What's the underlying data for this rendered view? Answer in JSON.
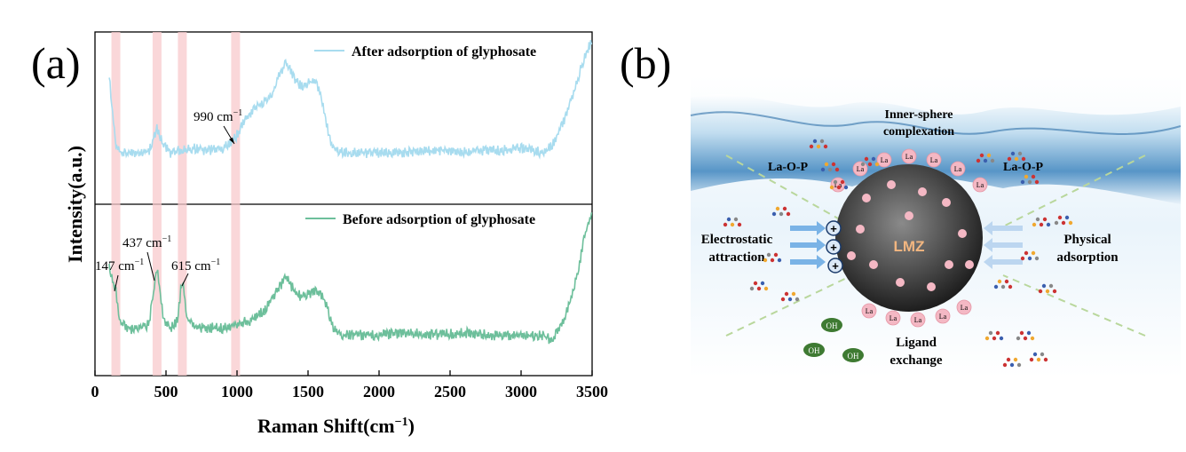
{
  "chart_data": [
    {
      "type": "line",
      "panel_label": "(a)",
      "xlabel": "Raman Shift(cm",
      "xlabel_sup": "−1",
      "xlabel_close": ")",
      "ylabel": "Intensity(a.u.)",
      "xlim": [
        0,
        3500
      ],
      "xticks": [
        "0",
        "500",
        "1000",
        "1500",
        "2000",
        "2500",
        "3000",
        "3500"
      ],
      "yticks_shown": false,
      "grid": false,
      "legend_position": "top-right (each subpanel)",
      "highlight_bands_cm": [
        147,
        437,
        615,
        990
      ],
      "series": [
        {
          "name": "After adsorption of glyphosate",
          "color": "#a8dcef",
          "x": [
            100,
            120,
            150,
            200,
            300,
            380,
            437,
            480,
            530,
            600,
            700,
            800,
            900,
            990,
            1050,
            1150,
            1250,
            1300,
            1350,
            1400,
            1450,
            1500,
            1560,
            1620,
            1660,
            1700,
            1800,
            2000,
            2200,
            2400,
            2600,
            2800,
            3000,
            3100,
            3150,
            3200,
            3250,
            3300,
            3350,
            3400,
            3450,
            3500
          ],
          "y": [
            0.9,
            0.6,
            0.2,
            0.15,
            0.15,
            0.18,
            0.4,
            0.22,
            0.16,
            0.18,
            0.2,
            0.18,
            0.2,
            0.3,
            0.45,
            0.6,
            0.72,
            0.9,
            1.0,
            0.86,
            0.78,
            0.82,
            0.84,
            0.5,
            0.25,
            0.18,
            0.16,
            0.16,
            0.16,
            0.18,
            0.17,
            0.18,
            0.2,
            0.18,
            0.16,
            0.2,
            0.3,
            0.45,
            0.65,
            0.85,
            1.08,
            1.2
          ],
          "annotations": [
            {
              "x": 990,
              "label": "990 cm",
              "sup": "−1"
            }
          ]
        },
        {
          "name": "Before adsorption of glyphosate",
          "color": "#6dbf9b",
          "x": [
            100,
            120,
            147,
            170,
            220,
            300,
            380,
            437,
            480,
            530,
            580,
            615,
            650,
            700,
            800,
            900,
            1000,
            1100,
            1200,
            1300,
            1350,
            1400,
            1450,
            1500,
            1560,
            1620,
            1680,
            1750,
            2000,
            2200,
            2400,
            2600,
            2800,
            3000,
            3150,
            3220,
            3260,
            3300,
            3350,
            3400,
            3450,
            3500
          ],
          "y": [
            0.7,
            0.58,
            0.5,
            0.2,
            0.12,
            0.12,
            0.16,
            0.68,
            0.22,
            0.12,
            0.2,
            0.6,
            0.22,
            0.12,
            0.13,
            0.12,
            0.16,
            0.2,
            0.3,
            0.52,
            0.6,
            0.48,
            0.42,
            0.44,
            0.48,
            0.38,
            0.12,
            0.06,
            0.06,
            0.08,
            0.06,
            0.08,
            0.06,
            0.05,
            0.06,
            0.0,
            0.12,
            0.2,
            0.4,
            0.65,
            1.0,
            1.2
          ],
          "annotations": [
            {
              "x": 147,
              "label": "147 cm",
              "sup": "−1"
            },
            {
              "x": 437,
              "label": "437 cm",
              "sup": "−1"
            },
            {
              "x": 615,
              "label": "615 cm",
              "sup": "−1"
            }
          ]
        }
      ]
    }
  ],
  "panel_b": {
    "label": "(b)",
    "core_label": "LMZ",
    "inner_sphere": [
      "Inner-sphere",
      "complexation"
    ],
    "bond_left": "La-O-P",
    "bond_right": "La-O-P",
    "electrostatic": [
      "Electrostatic",
      "attraction"
    ],
    "physical": [
      "Physical",
      "adsorption"
    ],
    "ligand": [
      "Ligand",
      "exchange"
    ],
    "la_badge": "La",
    "oh_badge": "OH",
    "plus_sign": "+",
    "colors": {
      "water": "#5b9ec9",
      "core": "#3a3a3a",
      "la_pink": "#f4b8c4",
      "oh_green": "#3e7a32",
      "arrow_blue": "#7ab3e6"
    }
  }
}
